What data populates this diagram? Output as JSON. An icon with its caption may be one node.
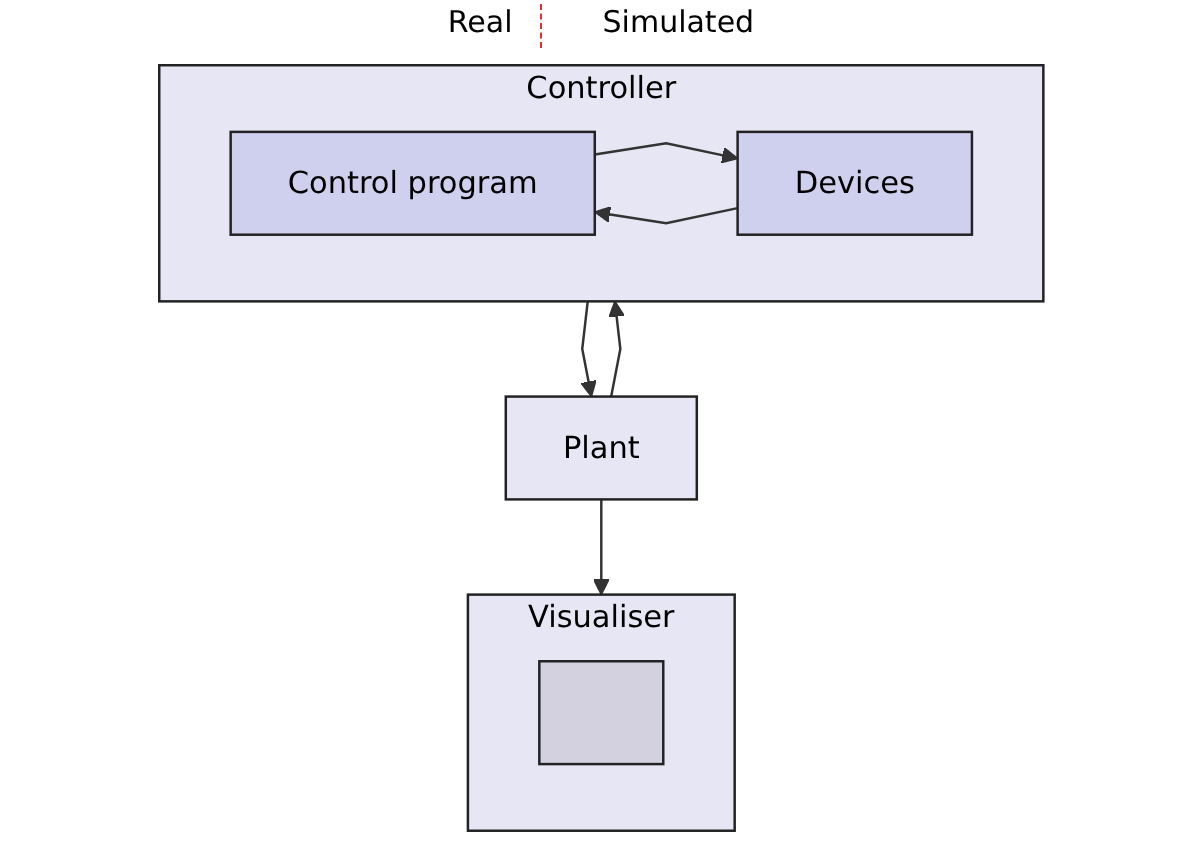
{
  "diagram": {
    "nodes": [
      {
        "text": [
          "Controller"
        ]
      },
      {
        "text": [
          "Control program"
        ],
        "in": 0
      },
      {
        "text": [
          "Devices"
        ],
        "in": 0
      },
      {
        "text": [
          "Visualiser"
        ]
      },
      {
        "text": [],
        "shape": "box",
        "in": 3
      },
      {
        "text": [
          "Plant"
        ]
      }
    ],
    "edges": [
      {
        "from": 1,
        "to": 2,
        "arrow": "to"
      },
      {
        "from": 2,
        "to": 1,
        "arrow": "to"
      },
      {
        "from": 0,
        "to": 5,
        "arrow": "to"
      },
      {
        "from": 5,
        "to": 0,
        "arrow": "to"
      },
      {
        "from": 5,
        "to": 3,
        "arrow": "to"
      }
    ],
    "labels": [
      "Real",
      "Simulated"
    ]
  }
}
